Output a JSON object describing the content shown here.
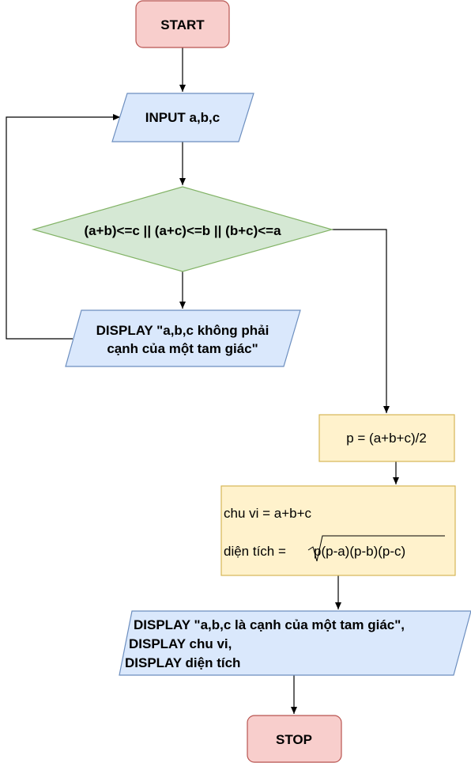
{
  "nodes": {
    "start": {
      "label": "START",
      "shape": "terminator",
      "fill": "#f8cecc",
      "stroke": "#b85450"
    },
    "input": {
      "label": "INPUT a,b,c",
      "shape": "data",
      "fill": "#dae8fc",
      "stroke": "#6c8ebf"
    },
    "decision": {
      "label": "(a+b)<=c || (a+c)<=b || (b+c)<=a",
      "shape": "decision",
      "fill": "#d5e8d4",
      "stroke": "#82b366"
    },
    "display_invalid": {
      "lines": [
        "DISPLAY \"a,b,c không phải",
        "cạnh của một tam giác\""
      ],
      "shape": "data",
      "fill": "#dae8fc",
      "stroke": "#6c8ebf"
    },
    "compute_p": {
      "label": "p = (a+b+c)/2",
      "shape": "process",
      "fill": "#fff2cc",
      "stroke": "#d6b656"
    },
    "compute": {
      "perimeter": "chu vi = a+b+c",
      "area_label": "diện tích =",
      "area_expr": "p(p-a)(p-b)(p-c)",
      "shape": "process",
      "fill": "#fff2cc",
      "stroke": "#d6b656"
    },
    "display_result": {
      "lines": [
        "DISPLAY \"a,b,c là cạnh của một tam giác\",",
        "DISPLAY chu vi,",
        "DISPLAY diện tích"
      ],
      "shape": "data",
      "fill": "#dae8fc",
      "stroke": "#6c8ebf"
    },
    "stop": {
      "label": "STOP",
      "shape": "terminator",
      "fill": "#f8cecc",
      "stroke": "#b85450"
    }
  },
  "edges": [
    {
      "from": "start",
      "to": "input"
    },
    {
      "from": "input",
      "to": "decision"
    },
    {
      "from": "decision",
      "to": "display_invalid"
    },
    {
      "from": "display_invalid",
      "to": "input"
    },
    {
      "from": "decision",
      "to": "compute_p"
    },
    {
      "from": "compute_p",
      "to": "compute"
    },
    {
      "from": "compute",
      "to": "display_result"
    },
    {
      "from": "display_result",
      "to": "stop"
    }
  ]
}
